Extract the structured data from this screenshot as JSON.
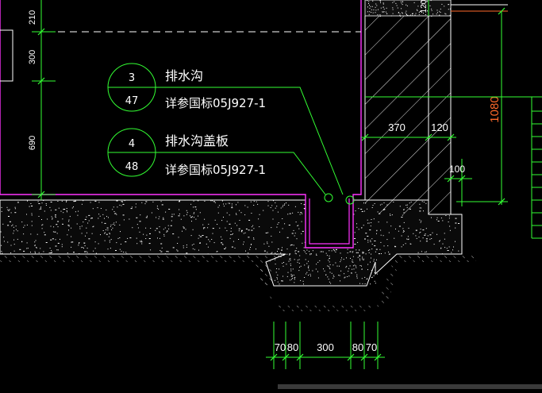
{
  "drawing": {
    "background_color": "#000000",
    "colors": {
      "wall_outline": "#ff33ff",
      "dimension": "#33ff33",
      "text": "#ffffff",
      "highlight_dimension": "#ff6a2a",
      "hatch": "#ffffff"
    },
    "left_dimensions": [
      "210",
      "300",
      "690"
    ],
    "callouts": [
      {
        "number": "3",
        "sheet": "47",
        "title": "排水沟",
        "ref": "详参国标05J927-1"
      },
      {
        "number": "4",
        "sheet": "48",
        "title": "排水沟盖板",
        "ref": "详参国标05J927-1"
      }
    ],
    "right_dimensions": {
      "top": "120",
      "wall_width": "370",
      "wall_offset": "120",
      "overall_height": "1080",
      "ledge": "100"
    },
    "bottom_dimensions": [
      "70",
      "80",
      "300",
      "80",
      "70"
    ]
  }
}
